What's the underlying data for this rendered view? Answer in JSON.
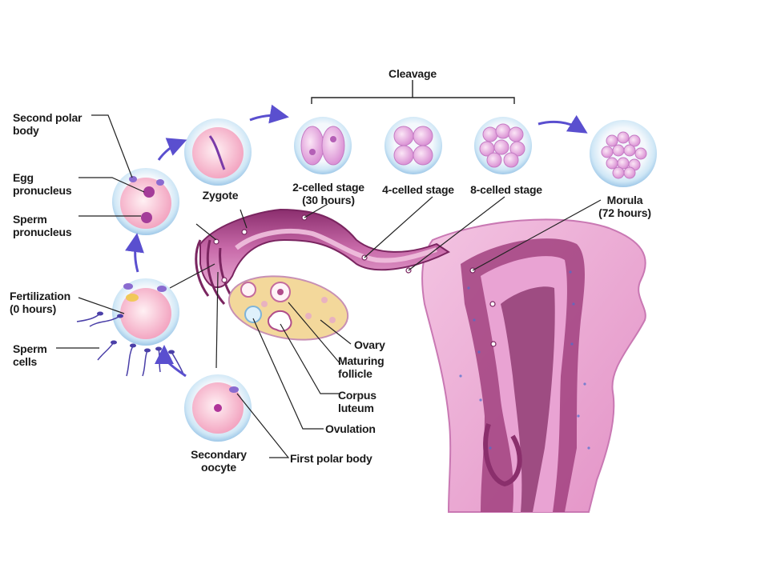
{
  "labels": {
    "cleavage": "Cleavage",
    "second_polar_body": [
      "Second polar",
      "body"
    ],
    "egg_pronucleus": [
      "Egg",
      "pronucleus"
    ],
    "sperm_pronucleus": [
      "Sperm",
      "pronucleus"
    ],
    "fertilization": [
      "Fertilization",
      "(0 hours)"
    ],
    "sperm_cells": [
      "Sperm",
      "cells"
    ],
    "secondary_oocyte": [
      "Secondary",
      "oocyte"
    ],
    "first_polar_body": "First polar body",
    "zygote": "Zygote",
    "two_celled": [
      "2-celled stage",
      "(30 hours)"
    ],
    "four_celled": "4-celled stage",
    "eight_celled": "8-celled stage",
    "morula": [
      "Morula",
      "(72 hours)"
    ],
    "ovary": "Ovary",
    "maturing_follicle": [
      "Maturing",
      "follicle"
    ],
    "corpus_luteum": [
      "Corpus",
      "luteum"
    ],
    "ovulation": "Ovulation"
  },
  "colors": {
    "uterus": "#e9a3d3",
    "uterus_dark": "#a23a7c",
    "cavity": "#8a2f6c",
    "tube": "#c06aa6",
    "ovary": "#f3d89b",
    "cell_ring": "#c9e6f7",
    "cell_inner": "#f7c7dc",
    "arrow": "#5a4fcf",
    "leader": "#222222"
  }
}
